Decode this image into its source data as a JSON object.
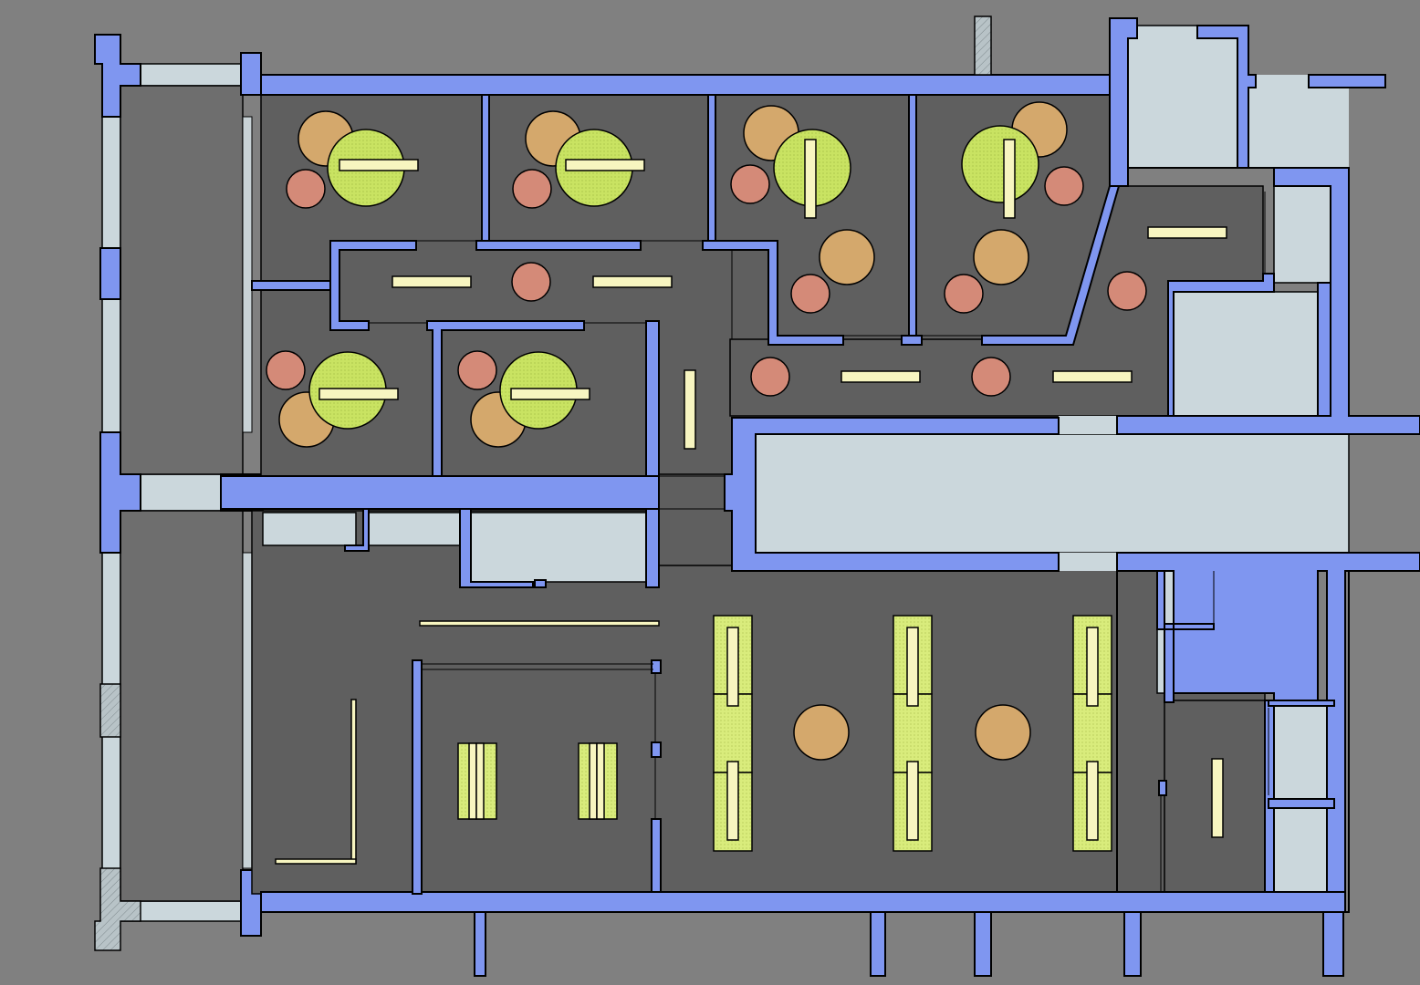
{
  "plan": {
    "colors": {
      "background": "#808080",
      "floor": "#5f5f5f",
      "wall": "#7f96f0",
      "light_space": "#cbd7dc",
      "table": "#f7f5c0",
      "desk": "#d9ec7c",
      "round_table_green": "#c9e362",
      "round_table_tan": "#d4a86c",
      "stool": "#d48a78"
    },
    "rooms": [
      "meeting-room-1",
      "meeting-room-2",
      "meeting-room-3",
      "meeting-room-4",
      "meeting-room-5",
      "meeting-room-6",
      "corridor",
      "open-office",
      "enclosed-office"
    ],
    "furniture_types": [
      "round-table",
      "stool",
      "bench",
      "desk-block"
    ]
  }
}
